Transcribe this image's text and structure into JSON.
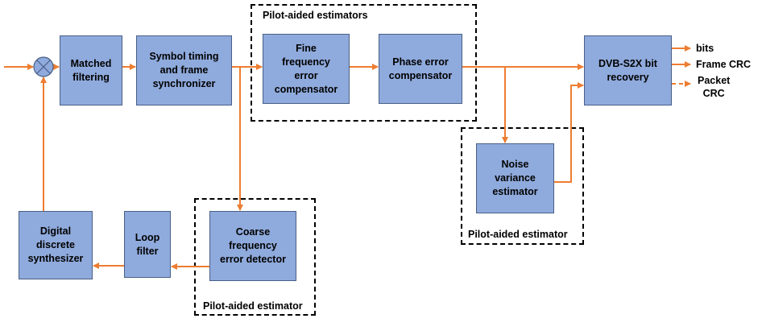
{
  "colors": {
    "block_fill": "#8faadc",
    "block_border": "#4a5f86",
    "arrow": "#ed7d31",
    "dashed_border": "#000000"
  },
  "blocks": {
    "matched": "Matched\nfiltering",
    "symbol": "Symbol timing\nand frame\nsynchronizer",
    "fine": "Fine\nfrequency\nerror\ncompensator",
    "phase": "Phase error\ncompensator",
    "dvb": "DVB-S2X bit\nrecovery",
    "noise": "Noise\nvariance\nestimator",
    "coarse": "Coarse\nfrequency\nerror detector",
    "loop": "Loop\nfilter",
    "dds": "Digital\ndiscrete\nsynthesizer"
  },
  "group_labels": {
    "top": "Pilot-aided estimators",
    "noise": "Pilot-aided estimator",
    "coarse": "Pilot-aided estimator"
  },
  "outputs": {
    "bits": "bits",
    "frame_crc": "Frame CRC",
    "packet_crc": "Packet\nCRC"
  },
  "icons": {
    "mixer": "multiplier-circle-icon"
  }
}
